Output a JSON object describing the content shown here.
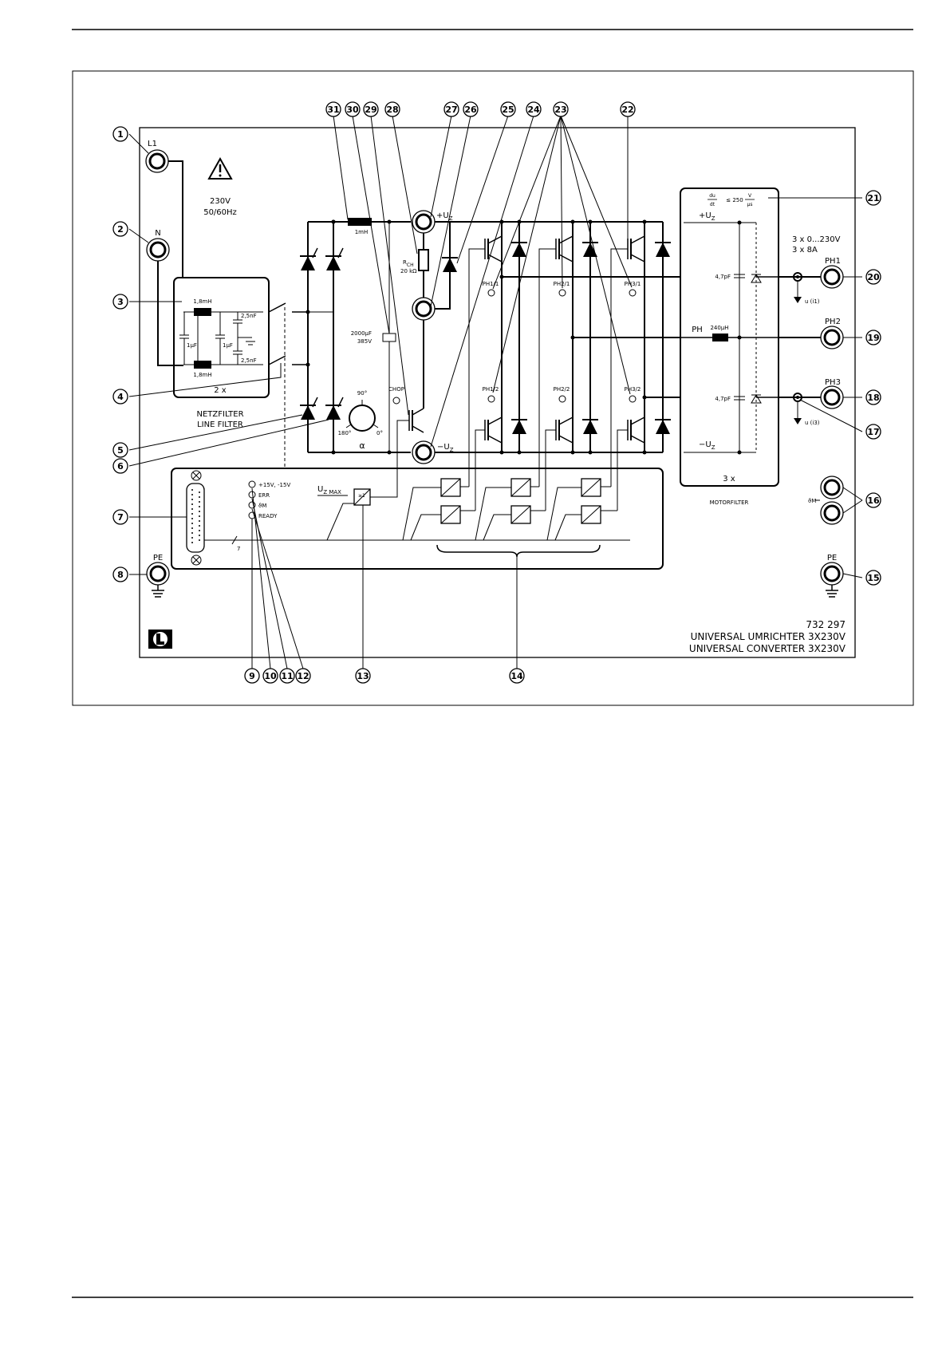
{
  "supply": {
    "voltage": "230V",
    "frequency": "50/60Hz",
    "l1": "L1",
    "n": "N",
    "pe": "PE"
  },
  "line_filter": {
    "multiplier": "2 x",
    "label_de": "NETZFILTER",
    "label_en": "LINE FILTER",
    "l_top": "1,8mH",
    "l_bottom": "1,8mH",
    "c_x1": "1µF",
    "c_x2": "1µF",
    "c_y1": "2,5nF",
    "c_y2": "2,5nF"
  },
  "rectifier": {
    "angle_90": "90°",
    "angle_180": "180°",
    "angle_0": "0°",
    "alpha": "α"
  },
  "dc_link": {
    "choke": "1mH",
    "cap_value": "2000µF",
    "cap_voltage": "385V",
    "plus_uz": "+U",
    "minus_uz": "−U",
    "uz_sub": "Z",
    "rch_label": "R",
    "rch_sub": "CH",
    "rch_value": "20 kΩ",
    "chop": "CHOP",
    "uz_max": "U",
    "uz_max_sub": "Z MAX",
    "comp": "≥1"
  },
  "inverter": {
    "leds": [
      "PH1/1",
      "PH2/1",
      "PH3/1",
      "PH1/2",
      "PH2/2",
      "PH3/2"
    ]
  },
  "control": {
    "leds": [
      "+15V, -15V",
      "ERR",
      "ϑM",
      "READY"
    ],
    "bus_count": "7"
  },
  "motor_filter": {
    "dudt_num": "du",
    "dudt_den": "dt",
    "dudt_op": "≤ 250",
    "dudt_unit_num": "V",
    "dudt_unit_den": "µs",
    "plus_uz": "+U",
    "minus_uz": "−U",
    "uz_sub": "Z",
    "c_top": "4,7pF",
    "c_bottom": "4,7pF",
    "choke_label": "PH",
    "choke_value": "240µH",
    "multiplier": "3 x",
    "label": "MOTORFILTER"
  },
  "outputs": {
    "rating_voltage": "3 x 0...230V",
    "rating_current": "3 x 8A",
    "ph1": "PH1",
    "ph2": "PH2",
    "ph3": "PH3",
    "meas1": "u (i1)",
    "meas3": "u (i3)",
    "theta": "ϑM",
    "pe": "PE"
  },
  "product": {
    "number": "732 297",
    "name_de": "UNIVERSAL UMRICHTER 3X230V",
    "name_en": "UNIVERSAL CONVERTER 3X230V"
  },
  "callouts": [
    "1",
    "2",
    "3",
    "4",
    "5",
    "6",
    "7",
    "8",
    "9",
    "10",
    "11",
    "12",
    "13",
    "14",
    "15",
    "16",
    "17",
    "18",
    "19",
    "20",
    "21",
    "22",
    "23",
    "24",
    "25",
    "26",
    "27",
    "28",
    "29",
    "30",
    "31"
  ]
}
